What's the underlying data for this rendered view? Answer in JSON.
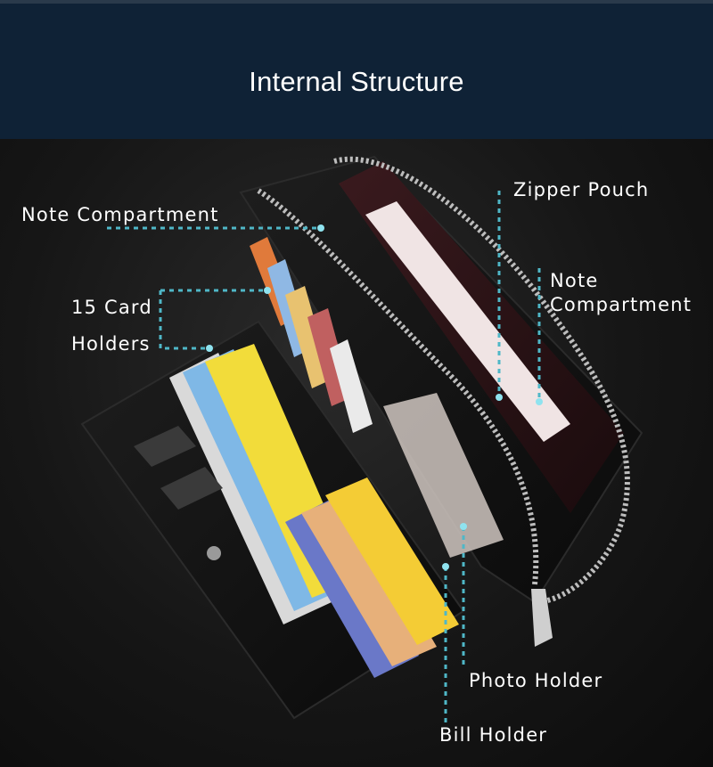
{
  "header": {
    "title": "Internal Structure"
  },
  "labels": {
    "note_compartment_left": "Note Compartment",
    "zipper_pouch": "Zipper Pouch",
    "note_compartment_right": "Note\nCompartment",
    "card_holders_line1": "15 Card",
    "card_holders_line2": "Holders",
    "photo_holder": "Photo Holder",
    "bill_holder": "Bill Holder"
  },
  "colors": {
    "header_bg": "#0f2236",
    "callout_line": "#4fb7c7"
  }
}
